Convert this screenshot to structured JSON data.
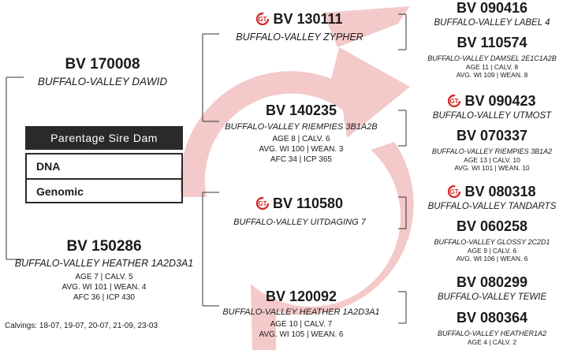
{
  "colors": {
    "arrow": "#f4c9c9",
    "gt_icon": "#d42a2a",
    "box_header": "#2a2a2a"
  },
  "legend": {
    "header": "Parentage  Sire  Dam",
    "rows": [
      "DNA",
      "Genomic"
    ]
  },
  "sire": {
    "id": "BV 170008",
    "name": "BUFFALO-VALLEY DAWID"
  },
  "dam": {
    "id": "BV 150286",
    "name": "BUFFALO-VALLEY HEATHER 1A2D3A1",
    "stats": [
      "AGE 7 | CALV. 5",
      "AVG. WI 101 | WEAN. 4",
      "AFC 36 | ICP 430"
    ],
    "calvings": "Calvings: 18-07, 19-07, 20-07, 21-09, 23-03"
  },
  "ss": {
    "id": "BV 130111",
    "name": "BUFFALO-VALLEY ZYPHER",
    "icon": "genomic-tested-icon"
  },
  "sd": {
    "id": "BV 140235",
    "name": "BUFFALO-VALLEY RIEMPIES 3B1A2B",
    "stats": [
      "AGE 8 | CALV. 6",
      "AVG. WI 100 | WEAN. 3",
      "AFC 34 | ICP 365"
    ]
  },
  "ds": {
    "id": "BV 110580",
    "name": "BUFFALO-VALLEY UITDAGING 7",
    "icon": "genomic-tested-icon"
  },
  "dd": {
    "id": "BV 120092",
    "name": "BUFFALO-VALLEY HEATHER 1A2D3A1",
    "stats": [
      "AGE 10 | CALV. 7",
      "AVG. WI 105 | WEAN. 6"
    ]
  },
  "sss": {
    "id": "BV 090416",
    "name": "BUFFALO-VALLEY LABEL 4"
  },
  "ssd": {
    "id": "BV 110574",
    "name": "BUFFALO-VALLEY DAMSEL 2E1C1A2B",
    "stats": [
      "AGE 11 | CALV. 8",
      "AVG. WI 109 | WEAN. 8"
    ]
  },
  "sds": {
    "id": "BV 090423",
    "name": "BUFFALO-VALLEY UTMOST",
    "icon": "genomic-tested-icon"
  },
  "sdd": {
    "id": "BV 070337",
    "name": "BUFFALO-VALLEY RIEMPIES 3B1A2",
    "stats": [
      "AGE 13 | CALV. 10",
      "AVG. WI 101 | WEAN. 10"
    ]
  },
  "dss": {
    "id": "BV 080318",
    "name": "BUFFALO-VALLEY TANDARTS",
    "icon": "genomic-tested-icon"
  },
  "dsd": {
    "id": "BV 060258",
    "name": "BUFFALO-VALLEY GLOSSY 2C2D1",
    "stats": [
      "AGE 9 | CALV. 6",
      "AVG. WI 106 | WEAN. 6"
    ]
  },
  "dds": {
    "id": "BV 080299",
    "name": "BUFFALO-VALLEY TEWIE"
  },
  "ddd": {
    "id": "BV 080364",
    "name": "BUFFALO-VALLEY HEATHER1A2",
    "stats": [
      "AGE 4 | CALV. 2"
    ]
  }
}
